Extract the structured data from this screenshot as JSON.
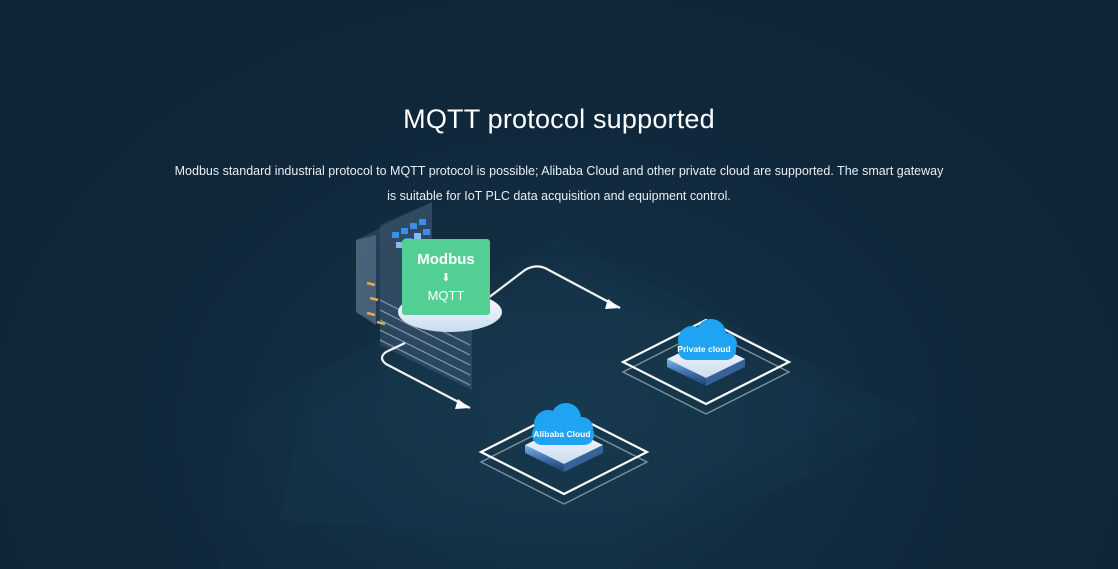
{
  "header": {
    "title": "MQTT protocol supported",
    "description": "Modbus standard industrial protocol to MQTT protocol is possible; Alibaba Cloud and other private cloud are supported. The smart gateway is suitable for IoT PLC data acquisition and equipment control."
  },
  "diagram": {
    "gateway": {
      "top_label": "Modbus",
      "arrow_glyph": "⬇",
      "bottom_label": "MQTT"
    },
    "private_cloud": {
      "label": "Private cloud"
    },
    "alibaba_cloud": {
      "label": "Alibaba Cloud"
    }
  },
  "colors": {
    "background": "#10273a",
    "gateway_card": "#53cf93",
    "cloud": "#1ea4f2",
    "flow_line": "#ffffff"
  }
}
